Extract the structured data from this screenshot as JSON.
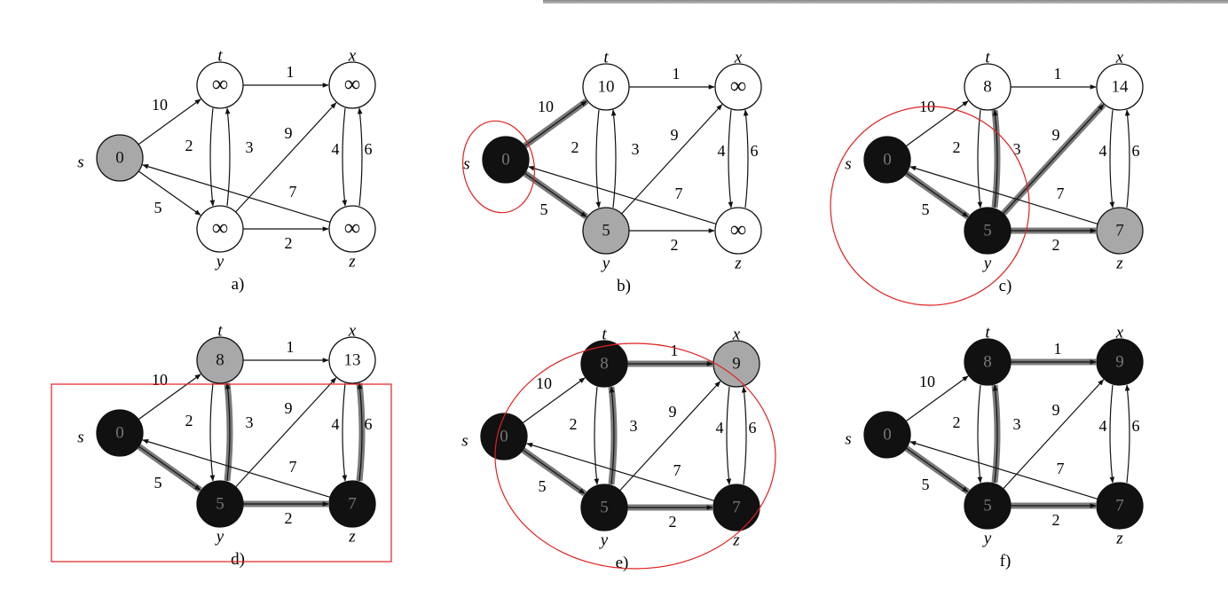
{
  "title": "Dijkstra shortest paths, step by step",
  "nodes": [
    "s",
    "t",
    "x",
    "y",
    "z"
  ],
  "edges": [
    {
      "from": "s",
      "to": "t",
      "weight": "10"
    },
    {
      "from": "s",
      "to": "y",
      "weight": "5"
    },
    {
      "from": "t",
      "to": "x",
      "weight": "1"
    },
    {
      "from": "t",
      "to": "y",
      "weight": "2"
    },
    {
      "from": "y",
      "to": "t",
      "weight": "3"
    },
    {
      "from": "y",
      "to": "x",
      "weight": "9"
    },
    {
      "from": "y",
      "to": "z",
      "weight": "2"
    },
    {
      "from": "x",
      "to": "z",
      "weight": "4"
    },
    {
      "from": "z",
      "to": "x",
      "weight": "6"
    },
    {
      "from": "z",
      "to": "s",
      "weight": "7"
    }
  ],
  "panels": [
    {
      "caption": "a)",
      "values": {
        "s": "0",
        "t": "∞",
        "x": "∞",
        "y": "∞",
        "z": "∞"
      },
      "states": {
        "s": "gray",
        "t": "white",
        "x": "white",
        "y": "white",
        "z": "white"
      },
      "tree": []
    },
    {
      "caption": "b)",
      "values": {
        "s": "0",
        "t": "10",
        "x": "∞",
        "y": "5",
        "z": "∞"
      },
      "states": {
        "s": "black",
        "t": "white",
        "x": "white",
        "y": "gray",
        "z": "white"
      },
      "tree": [
        "s-t",
        "s-y"
      ]
    },
    {
      "caption": "c)",
      "values": {
        "s": "0",
        "t": "8",
        "x": "14",
        "y": "5",
        "z": "7"
      },
      "states": {
        "s": "black",
        "t": "white",
        "x": "white",
        "y": "black",
        "z": "gray"
      },
      "tree": [
        "s-y",
        "y-t",
        "y-x",
        "y-z"
      ]
    },
    {
      "caption": "d)",
      "values": {
        "s": "0",
        "t": "8",
        "x": "13",
        "y": "5",
        "z": "7"
      },
      "states": {
        "s": "black",
        "t": "gray",
        "x": "white",
        "y": "black",
        "z": "black"
      },
      "tree": [
        "s-y",
        "y-t",
        "y-z",
        "z-x"
      ]
    },
    {
      "caption": "e)",
      "values": {
        "s": "0",
        "t": "8",
        "x": "9",
        "y": "5",
        "z": "7"
      },
      "states": {
        "s": "black",
        "t": "black",
        "x": "gray",
        "y": "black",
        "z": "black"
      },
      "tree": [
        "s-y",
        "y-t",
        "y-z",
        "t-x"
      ]
    },
    {
      "caption": "f)",
      "values": {
        "s": "0",
        "t": "8",
        "x": "9",
        "y": "5",
        "z": "7"
      },
      "states": {
        "s": "black",
        "t": "black",
        "x": "black",
        "y": "black",
        "z": "black"
      },
      "tree": [
        "s-y",
        "y-t",
        "y-z",
        "t-x"
      ]
    }
  ],
  "colors": {
    "white": "#ffffff",
    "gray": "#a8a8a8",
    "black": "#111111",
    "annotation": "#e02020",
    "tree": "#7a7a7a"
  }
}
